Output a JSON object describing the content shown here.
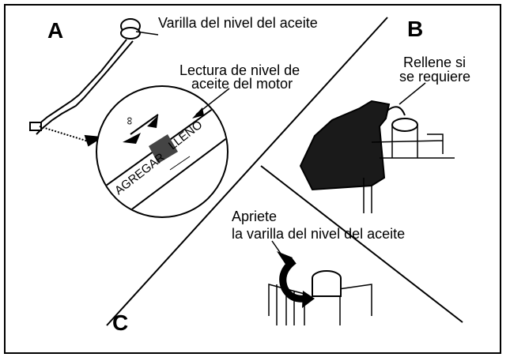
{
  "panels": {
    "a": {
      "letter": "A",
      "callouts": {
        "dipstick": "Varilla del nivel del aceite",
        "reading_line1": "Lectura de nivel de",
        "reading_line2": "aceite del motor"
      }
    },
    "b": {
      "letter": "B",
      "callouts": {
        "fill_line1": "Rellene si",
        "fill_line2": "se requiere"
      }
    },
    "c": {
      "letter": "C",
      "callouts": {
        "tighten_line1": "Apriete",
        "tighten_line2": "la varilla del nivel del aceite"
      }
    }
  },
  "gauge": {
    "low_label": "AGREGAR",
    "full_label": "LLENO"
  }
}
